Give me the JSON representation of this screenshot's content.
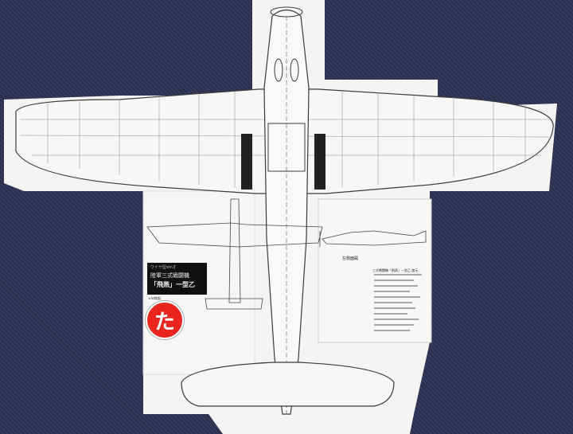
{
  "sheet": {
    "header_small": "ワイヤ型simオ",
    "title_line1": "陸軍三式戦闘機",
    "title_line2": "「飛燕」一型乙",
    "subtitle": "1/36線図",
    "logo_glyph": "た",
    "side_view_label": "左側面図",
    "spec_title": "三式戦闘機「飛燕」一型乙 諸元"
  },
  "colors": {
    "carpet": "#2b3050",
    "paper": "#f4f4f2",
    "line": "#3a3a3a",
    "logo_red": "#e8241c"
  }
}
